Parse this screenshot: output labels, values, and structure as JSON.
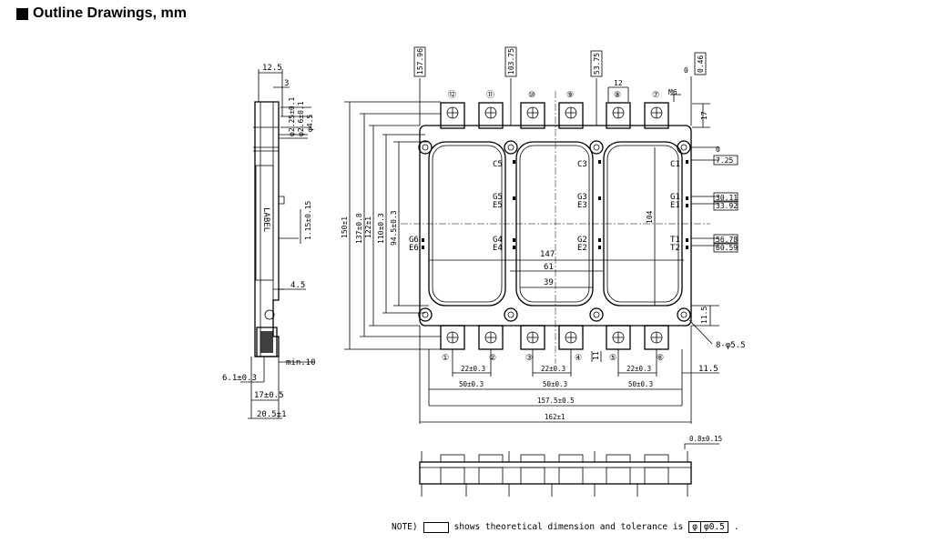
{
  "title": "Outline Drawings, mm",
  "side_view": {
    "dims": [
      "12.5",
      "3",
      "φ2.25±0.1",
      "φ2.6±0.1",
      "φ4.5",
      "1.15±0.15",
      "4.5",
      "min.10",
      "6.1±0.3",
      "17±0.5",
      "20.5±1"
    ],
    "label_text": "LABEL"
  },
  "top_dims": [
    "157.96",
    "103.75",
    "53.75",
    "0",
    "0.46",
    "12",
    "M6",
    "17"
  ],
  "left_dims": [
    "150±1",
    "137±0.8",
    "122±1",
    "110±0.3",
    "94.5±0.3"
  ],
  "right_dims": [
    "0",
    "7.25",
    "30.11",
    "33.92",
    "56.78",
    "60.59",
    "11.5",
    "8-φ5.5"
  ],
  "center_dims": [
    "104",
    "147",
    "61",
    "39"
  ],
  "terminal_numbers_top": [
    "⑫",
    "⑪",
    "⑩",
    "⑨",
    "⑧",
    "⑦"
  ],
  "terminal_numbers_bottom": [
    "①",
    "②",
    "③",
    "④",
    "⑤",
    "⑥"
  ],
  "pin_labels": {
    "col1": [
      "C5",
      "G5",
      "E5",
      "G4",
      "E4"
    ],
    "col2": [
      "C3",
      "G3",
      "E3",
      "G2",
      "E2"
    ],
    "col3": [
      "C1",
      "G1",
      "E1",
      "T1",
      "T2"
    ],
    "left": [
      "G6",
      "E6"
    ]
  },
  "bottom_dims": [
    "22±0.3",
    "22±0.3",
    "22±0.3",
    "50±0.3",
    "50±0.3",
    "50±0.3",
    "157.5±0.5",
    "162±1",
    "11",
    "11.5"
  ],
  "front_view": {
    "dim": "0.8±0.15"
  },
  "note": {
    "prefix": "NOTE)",
    "text": "shows theoretical dimension and tolerance is",
    "symbol": "φ",
    "value": "φ0.5",
    "end": "."
  }
}
